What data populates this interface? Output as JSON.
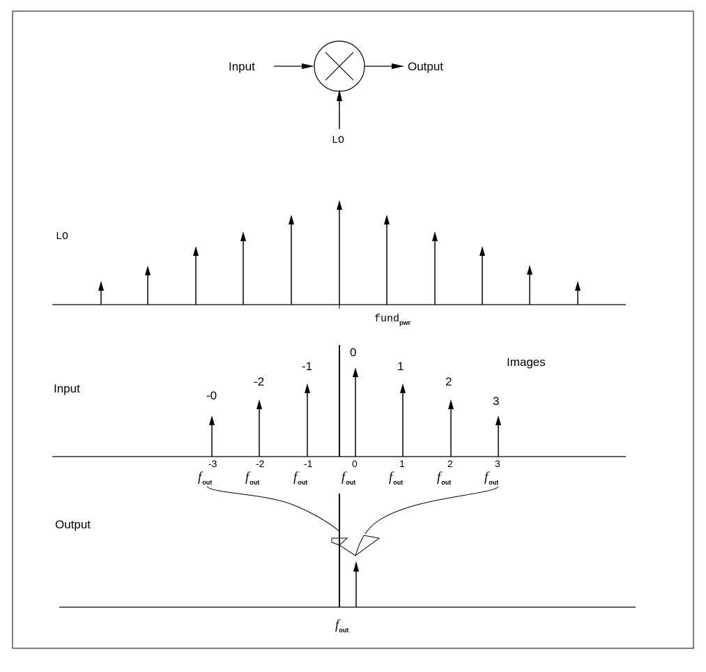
{
  "mixer": {
    "input_label": "Input",
    "output_label": "Output",
    "lo_label": "LO"
  },
  "lo_spectrum": {
    "label": "LO",
    "axis_label_main": "fund",
    "axis_label_sub": "pwr"
  },
  "input_spectrum": {
    "label": "Input",
    "images_label": "Images",
    "image_numbers": [
      "-0",
      "-2",
      "-1",
      "0",
      "1",
      "2",
      "3"
    ],
    "freq_base": "f",
    "freq_sub": "out",
    "freq_superscripts": [
      "-3",
      "-2",
      "-1",
      "0",
      "1",
      "2",
      "3"
    ]
  },
  "output_spectrum": {
    "label": "Output",
    "freq_base": "f",
    "freq_sub": "out"
  }
}
